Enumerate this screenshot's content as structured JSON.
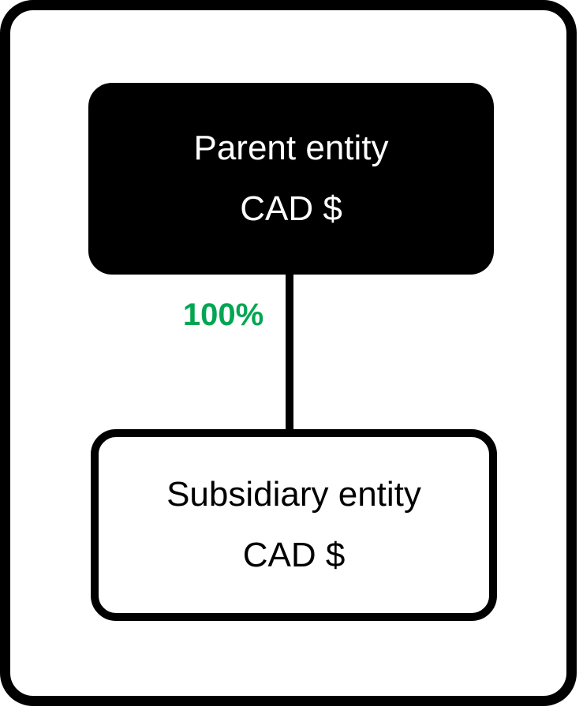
{
  "diagram": {
    "type": "org-ownership-structure",
    "title": "",
    "colors": {
      "stroke": "#000000",
      "canvas": "#ffffff",
      "parent_fill": "#000000",
      "parent_text": "#ffffff",
      "subsidiary_fill": "#ffffff",
      "subsidiary_text": "#000000",
      "ownership_accent": "#00a651"
    },
    "frame": {
      "name": "outer-group-boundary",
      "shape": "rounded-rectangle",
      "filled": false
    },
    "nodes": [
      {
        "id": "parent",
        "name": "Parent entity",
        "title": "Parent entity",
        "currency": "CAD $",
        "style": "filled-black",
        "shape": "rounded-rectangle"
      },
      {
        "id": "subsidiary",
        "name": "Subsidiary entity",
        "title": "Subsidiary entity",
        "currency": "CAD $",
        "style": "outlined-white",
        "shape": "rounded-rectangle"
      }
    ],
    "edges": [
      {
        "id": "parent-to-subsidiary",
        "from": "parent",
        "to": "subsidiary",
        "label": "100%",
        "label_color": "#00a651",
        "style": "solid-vertical"
      }
    ]
  }
}
